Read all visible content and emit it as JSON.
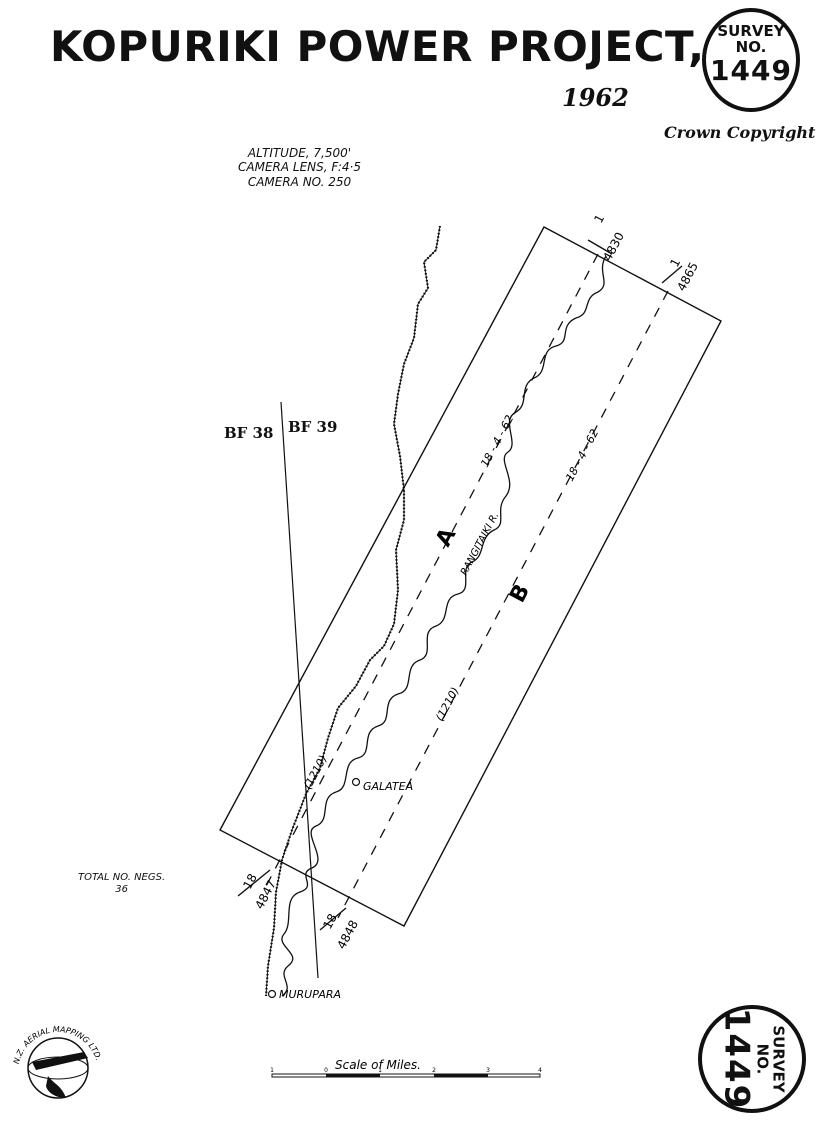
{
  "title": "KOPURIKI POWER PROJECT,",
  "year": "1962",
  "copyright": "Crown Copyright",
  "survey_badge_top": {
    "line1": "SURVEY",
    "line2": "NO.",
    "number": "1449"
  },
  "survey_badge_bottom": {
    "line1": "SURVEY",
    "line2": "NO.",
    "number": "1449"
  },
  "flight_info": [
    "ALTITUDE, 7,500'",
    "CAMERA LENS, F:4·5",
    "CAMERA NO. 250"
  ],
  "total_negs": {
    "label": "TOTAL NO. NEGS.",
    "value": "36"
  },
  "sheet_labels": {
    "left": "BF 38",
    "right": "BF 39"
  },
  "runs": [
    {
      "letter": "A",
      "date": "18 - 4 - 62",
      "height": "(1210)",
      "start_frame": "1",
      "start_neg": "4830",
      "end_frame": "18",
      "end_neg": "4847"
    },
    {
      "letter": "B",
      "date": "18 - 4 - 62",
      "height": "(1210)",
      "start_frame": "1",
      "start_neg": "4865",
      "end_frame": "18",
      "end_neg": "4848"
    }
  ],
  "places": {
    "river": "RANGITAIKI R.",
    "galatea": "GALATEA",
    "murupara": "MURUPARA"
  },
  "scale_bar": {
    "label": "Scale of Miles.",
    "ticks": [
      "1",
      "0",
      "1",
      "2",
      "3",
      "4"
    ]
  },
  "logo": {
    "text": "N.Z. AERIAL MAPPING LTD."
  },
  "colors": {
    "ink": "#111111",
    "paper": "#ffffff"
  }
}
